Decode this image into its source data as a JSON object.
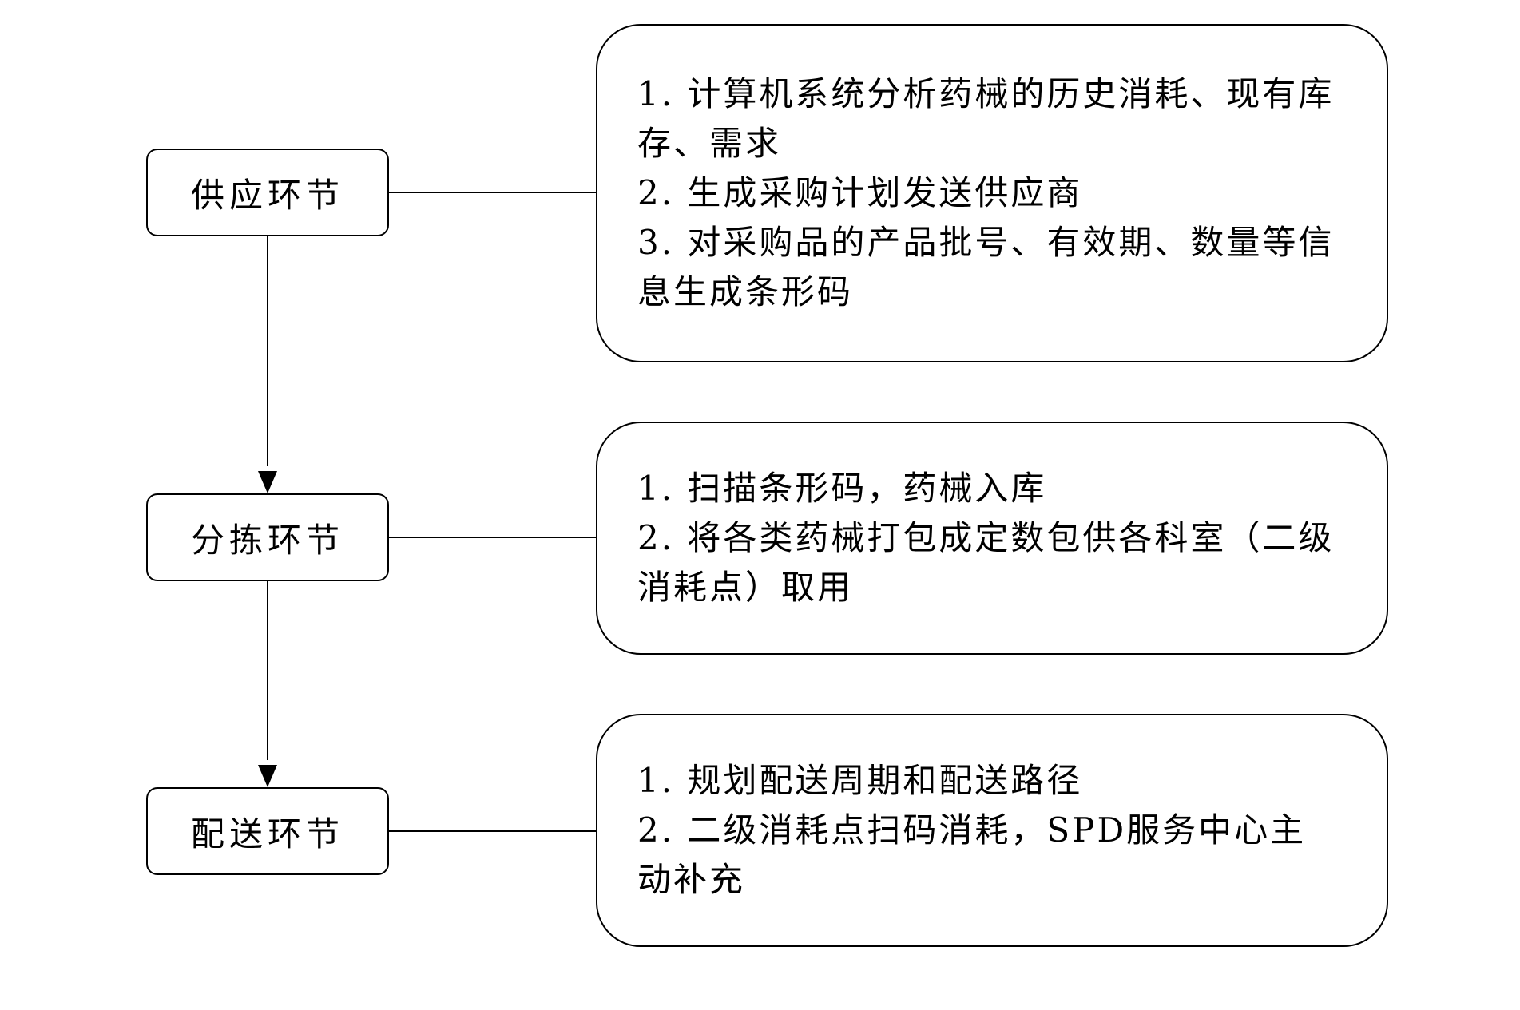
{
  "stages": [
    {
      "label": "供应环节",
      "details": [
        "1. 计算机系统分析药械的历史消耗、现有库存、需求",
        "2. 生成采购计划发送供应商",
        "3. 对采购品的产品批号、有效期、数量等信息生成条形码"
      ]
    },
    {
      "label": "分拣环节",
      "details": [
        "1. 扫描条形码，药械入库",
        "2. 将各类药械打包成定数包供各科室（二级消耗点）取用"
      ]
    },
    {
      "label": "配送环节",
      "details": [
        "1. 规划配送周期和配送路径",
        "2. 二级消耗点扫码消耗，SPD服务中心主动补充"
      ]
    }
  ],
  "colors": {
    "line": "#000000",
    "background": "#ffffff"
  }
}
